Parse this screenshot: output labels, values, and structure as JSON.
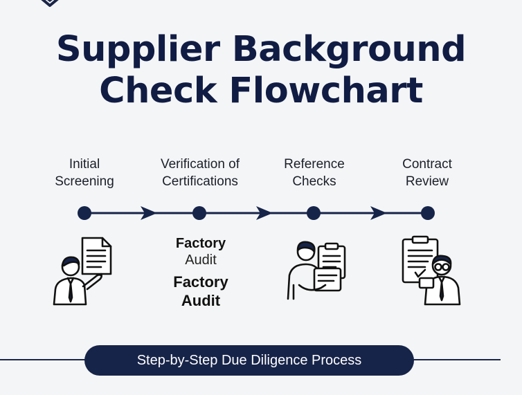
{
  "title": {
    "line1": "Supplier Background",
    "line2": "Check Flowchart"
  },
  "steps": [
    {
      "line1": "Initial",
      "line2": "Screening",
      "icon": "person-with-document-icon"
    },
    {
      "line1": "Verification of",
      "line2": "Certifications",
      "icon": "none"
    },
    {
      "line1": "Reference",
      "line2": "Checks",
      "icon": "person-with-clipboard-icon"
    },
    {
      "line1": "Contract",
      "line2": "Review",
      "icon": "person-with-glasses-clipboard-icon"
    }
  ],
  "factory_audit": {
    "first": {
      "line1": "Factory",
      "line2": "Audit"
    },
    "second": {
      "line1": "Factory",
      "line2": "Audit"
    }
  },
  "banner": "Step-by-Step Due Diligence Process",
  "colors": {
    "navy": "#172449",
    "title": "#111c44",
    "background": "#f4f5f6"
  }
}
